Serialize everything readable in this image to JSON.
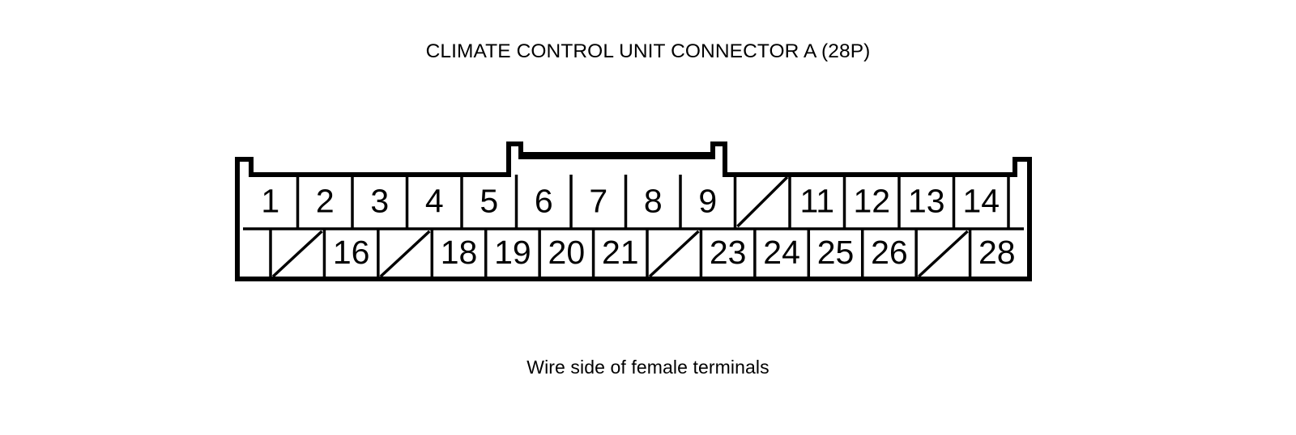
{
  "diagram": {
    "title": "CLIMATE CONTROL UNIT CONNECTOR A (28P)",
    "caption": "Wire side of female terminals",
    "connector_name": "CLIMATE CONTROL UNIT CONNECTOR A",
    "pin_count_label": "28P",
    "line_color": "#000000",
    "background_color": "#ffffff",
    "rows": [
      {
        "row_name": "top-row",
        "cells": [
          {
            "label": "1",
            "blank": false
          },
          {
            "label": "2",
            "blank": false
          },
          {
            "label": "3",
            "blank": false
          },
          {
            "label": "4",
            "blank": false
          },
          {
            "label": "5",
            "blank": false
          },
          {
            "label": "6",
            "blank": false
          },
          {
            "label": "7",
            "blank": false
          },
          {
            "label": "8",
            "blank": false
          },
          {
            "label": "9",
            "blank": false
          },
          {
            "label": "",
            "blank": true
          },
          {
            "label": "11",
            "blank": false
          },
          {
            "label": "12",
            "blank": false
          },
          {
            "label": "13",
            "blank": false
          },
          {
            "label": "14",
            "blank": false
          }
        ]
      },
      {
        "row_name": "bottom-row",
        "cells": [
          {
            "label": "",
            "blank": true
          },
          {
            "label": "16",
            "blank": false
          },
          {
            "label": "",
            "blank": true
          },
          {
            "label": "18",
            "blank": false
          },
          {
            "label": "19",
            "blank": false
          },
          {
            "label": "20",
            "blank": false
          },
          {
            "label": "21",
            "blank": false
          },
          {
            "label": "",
            "blank": true
          },
          {
            "label": "23",
            "blank": false
          },
          {
            "label": "24",
            "blank": false
          },
          {
            "label": "25",
            "blank": false
          },
          {
            "label": "26",
            "blank": false
          },
          {
            "label": "",
            "blank": true
          },
          {
            "label": "28",
            "blank": false
          }
        ]
      }
    ]
  }
}
